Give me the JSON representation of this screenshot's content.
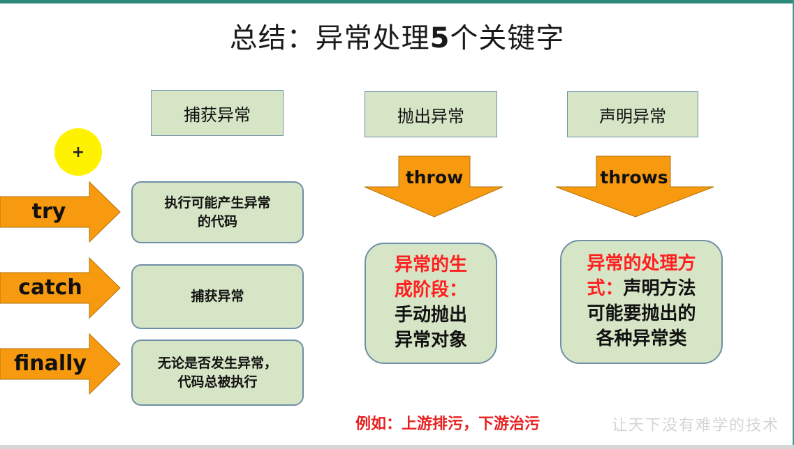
{
  "title": {
    "prefix": "总结：异常处理",
    "number": "5",
    "suffix": "个关键字"
  },
  "headers": {
    "catch": "捕获异常",
    "throw": "抛出异常",
    "declare": "声明异常"
  },
  "left_arrows": [
    {
      "keyword": "try",
      "desc_line1": "执行可能产生异常",
      "desc_line2": "的代码"
    },
    {
      "keyword": "catch",
      "desc_line1": "捕获异常",
      "desc_line2": ""
    },
    {
      "keyword": "finally",
      "desc_line1": "无论是否发生异常，",
      "desc_line2": "代码总被执行"
    }
  ],
  "down_arrows": {
    "throw": "throw",
    "throws": "throws"
  },
  "throw_box": {
    "red_line1": "异常的生",
    "red_line2": "成阶段：",
    "line3": "手动抛出",
    "line4": "异常对象"
  },
  "throws_box": {
    "red_line1": "异常的处理方",
    "red_part": "式：",
    "line2_rest": "声明方法",
    "line3": "可能要抛出的",
    "line4": "各种异常类"
  },
  "example": "例如：上游排污，下游治污",
  "watermark": "让天下没有难学的技术",
  "cursor": "+",
  "colors": {
    "arrow": "#f79a0f",
    "box_fill": "#d6e5c5",
    "box_border": "#6f8fa6",
    "red": "#ff1f1f",
    "highlight": "#fff200"
  }
}
